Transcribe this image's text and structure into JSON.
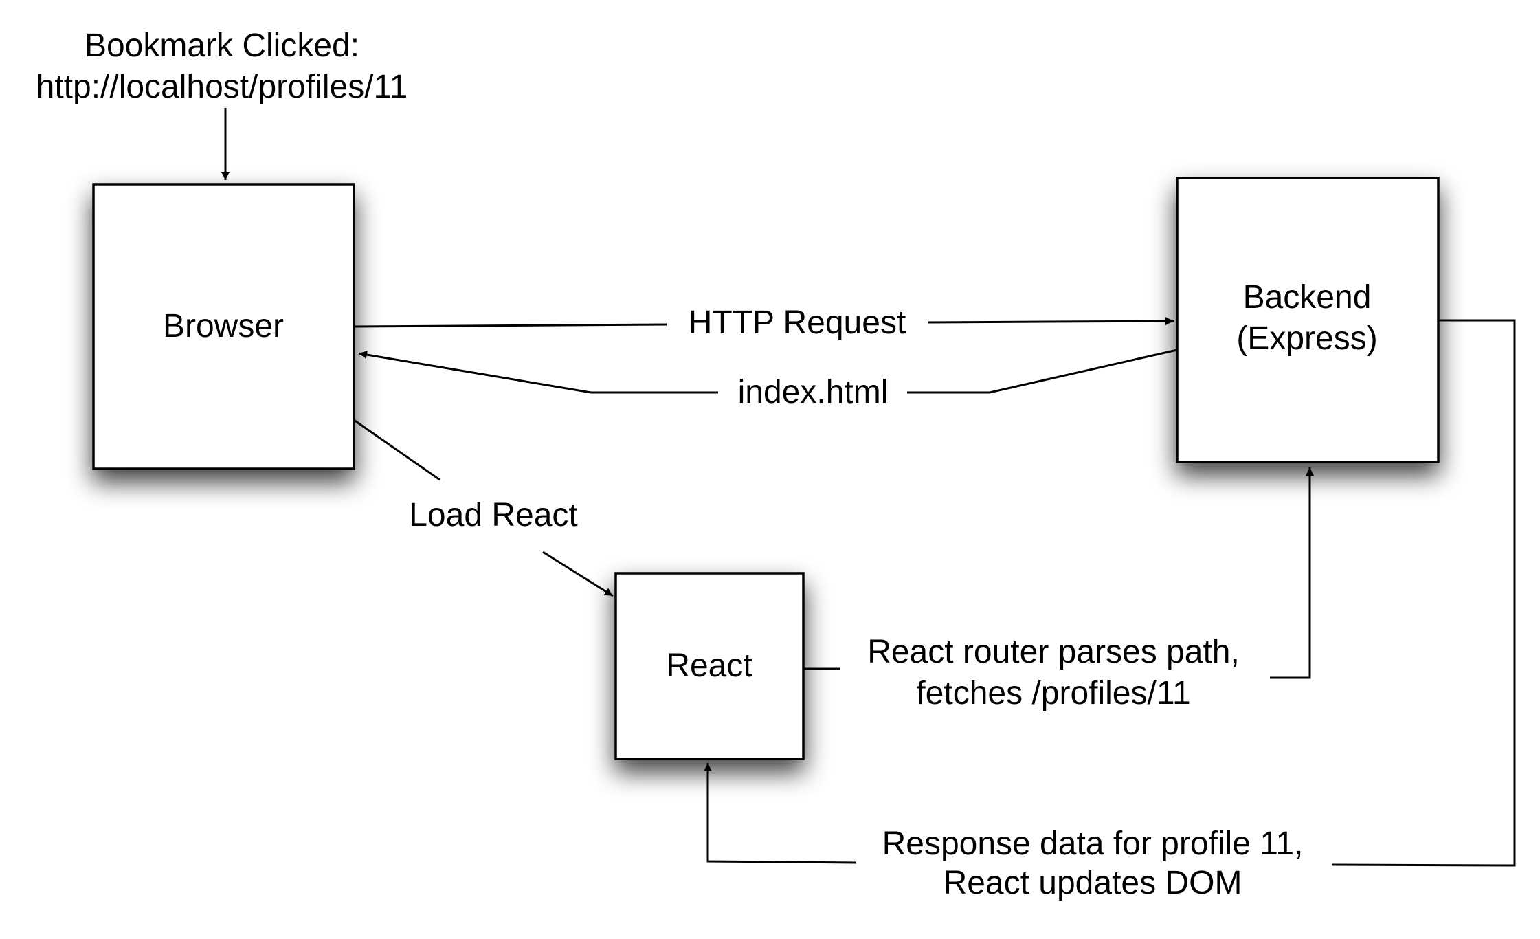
{
  "diagram": {
    "start_label": {
      "line1": "Bookmark Clicked:",
      "line2": "http://localhost/profiles/11"
    },
    "nodes": {
      "browser": {
        "label": "Browser"
      },
      "backend": {
        "line1": "Backend",
        "line2": "(Express)"
      },
      "react": {
        "label": "React"
      }
    },
    "edges": {
      "http_request": {
        "label": "HTTP Request"
      },
      "index_html": {
        "label": "index.html"
      },
      "load_react": {
        "label": "Load React"
      },
      "router_fetch": {
        "line1": "React router parses path,",
        "line2": "fetches /profiles/11"
      },
      "response_data": {
        "line1": "Response data for profile 11,",
        "line2": "React updates DOM"
      }
    },
    "colors": {
      "stroke": "#000000",
      "fill": "#ffffff",
      "shadow": "#000000"
    }
  }
}
